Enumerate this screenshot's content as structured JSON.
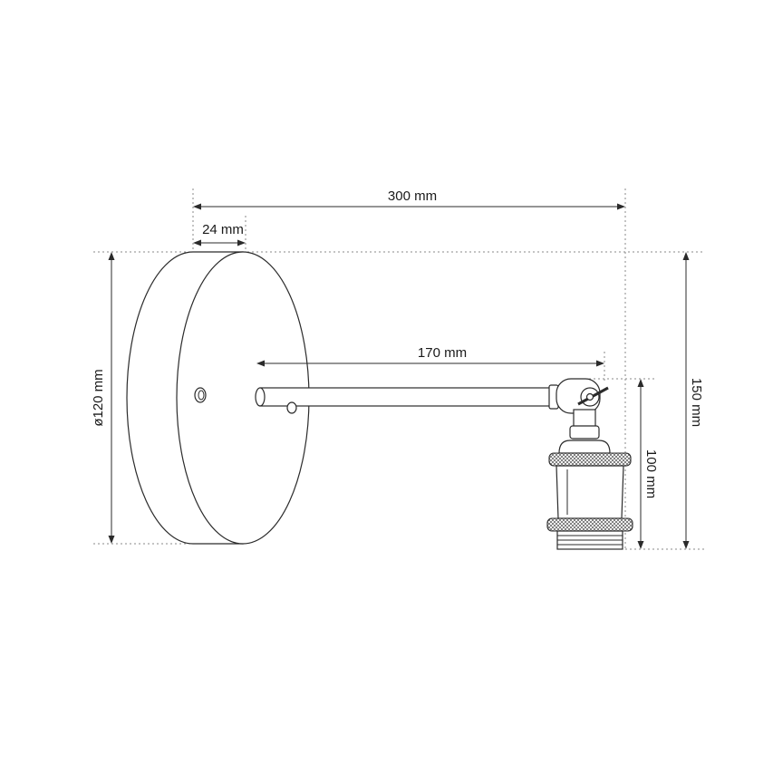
{
  "dimensions": {
    "total_length": "300 mm",
    "plate_depth": "24 mm",
    "arm_length": "170 mm",
    "plate_diameter": "ø120 mm",
    "total_height": "150 mm",
    "socket_height": "100 mm"
  }
}
